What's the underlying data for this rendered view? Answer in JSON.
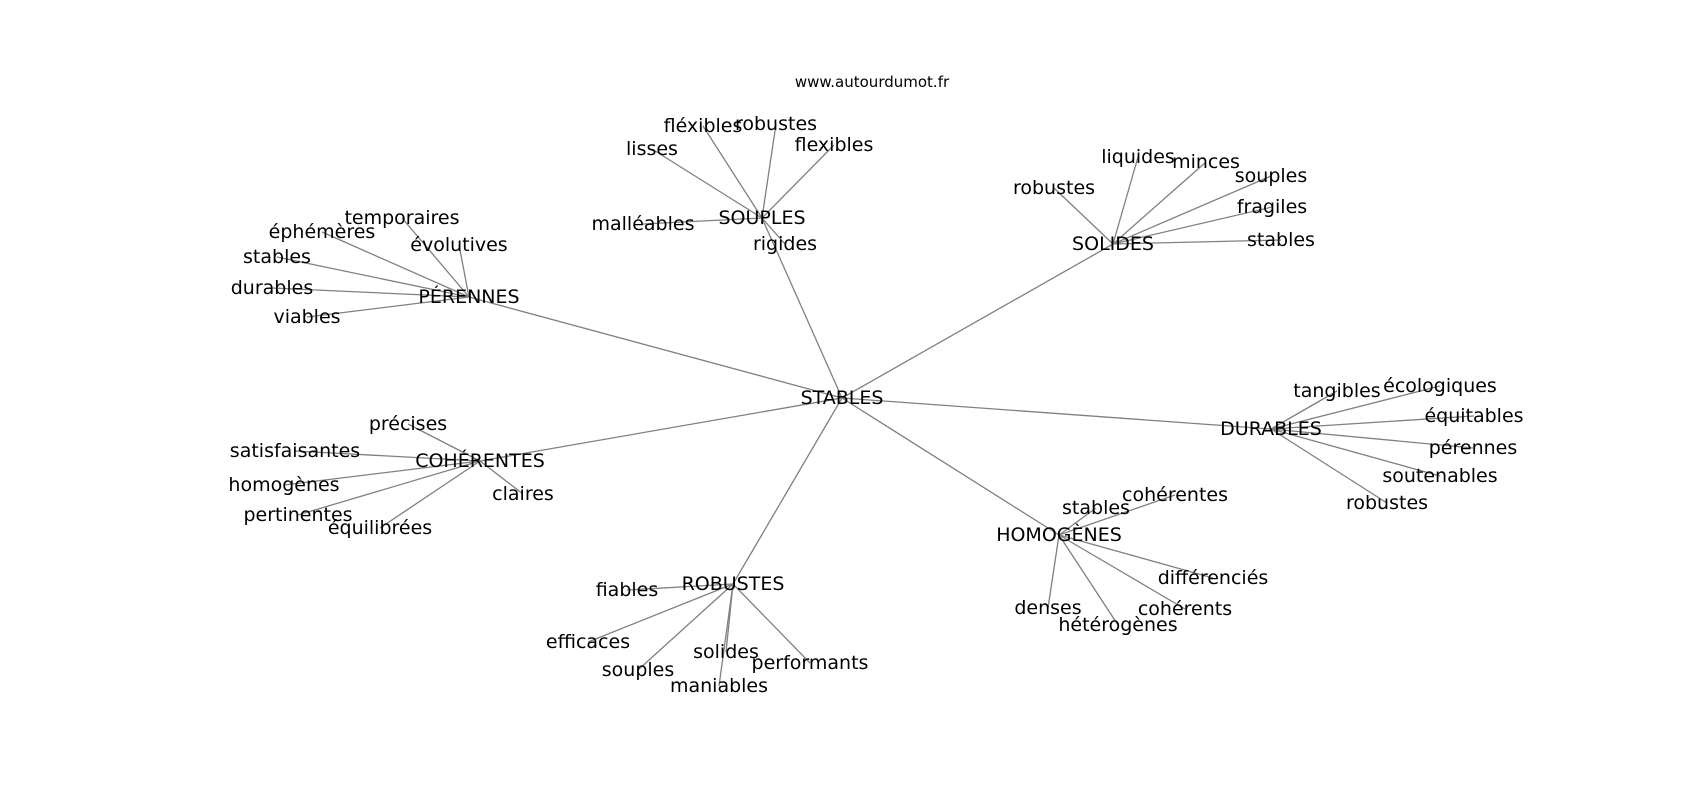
{
  "source": "www.autourdumot.fr",
  "root": "STABLES",
  "clusters": [
    {
      "hub": "SOUPLES",
      "leaves": [
        "fléxibles",
        "robustes",
        "lisses",
        "flexibles",
        "malléables",
        "rigides"
      ]
    },
    {
      "hub": "SOLIDES",
      "leaves": [
        "liquides",
        "minces",
        "robustes",
        "souples",
        "fragiles",
        "stables"
      ]
    },
    {
      "hub": "PÉRENNES",
      "leaves": [
        "temporaires",
        "éphémères",
        "évolutives",
        "stables",
        "durables",
        "viables"
      ]
    },
    {
      "hub": "DURABLES",
      "leaves": [
        "tangibles",
        "écologiques",
        "équitables",
        "pérennes",
        "soutenables",
        "robustes"
      ]
    },
    {
      "hub": "COHÉRENTES",
      "leaves": [
        "précises",
        "satisfaisantes",
        "homogènes",
        "pertinentes",
        "équilibrées",
        "claires"
      ]
    },
    {
      "hub": "HOMOGÈNES",
      "leaves": [
        "stables",
        "cohérentes",
        "différenciés",
        "denses",
        "cohérents",
        "hétérogènes"
      ]
    },
    {
      "hub": "ROBUSTES",
      "leaves": [
        "fiables",
        "efficaces",
        "solides",
        "souples",
        "performants",
        "maniables"
      ]
    }
  ]
}
